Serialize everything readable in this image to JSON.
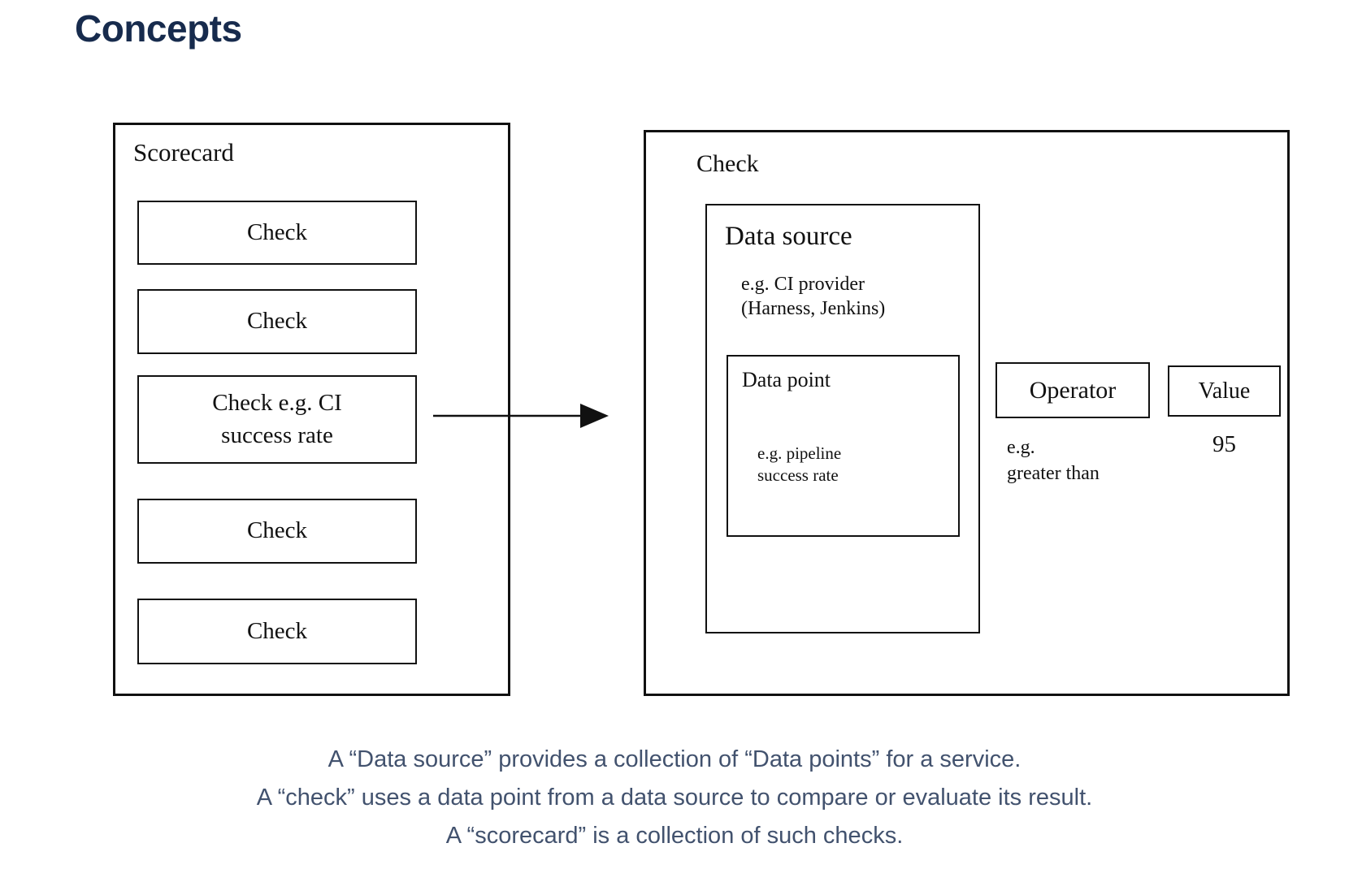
{
  "page": {
    "title": "Concepts"
  },
  "colors": {
    "title_text": "#172B4D",
    "caption_text": "#42526E",
    "diagram_stroke": "#111111",
    "background": "#FFFFFF"
  },
  "diagram": {
    "scorecard": {
      "label": "Scorecard",
      "checks": [
        "Check",
        "Check",
        "Check e.g. CI\nsuccess rate",
        "Check",
        "Check"
      ]
    },
    "check_detail": {
      "label": "Check",
      "data_source": {
        "label": "Data source",
        "example": "e.g. CI provider\n(Harness, Jenkins)",
        "data_point": {
          "label": "Data point",
          "example": "e.g. pipeline\nsuccess rate"
        }
      },
      "operator": {
        "label": "Operator",
        "example": "e.g.\ngreater than"
      },
      "value": {
        "label": "Value",
        "example": "95"
      }
    }
  },
  "caption": {
    "lines": [
      "A “Data source” provides a collection of “Data points” for a service.",
      "A “check” uses a data point from a data source to compare or evaluate its result.",
      "A “scorecard” is a collection of such checks."
    ]
  }
}
